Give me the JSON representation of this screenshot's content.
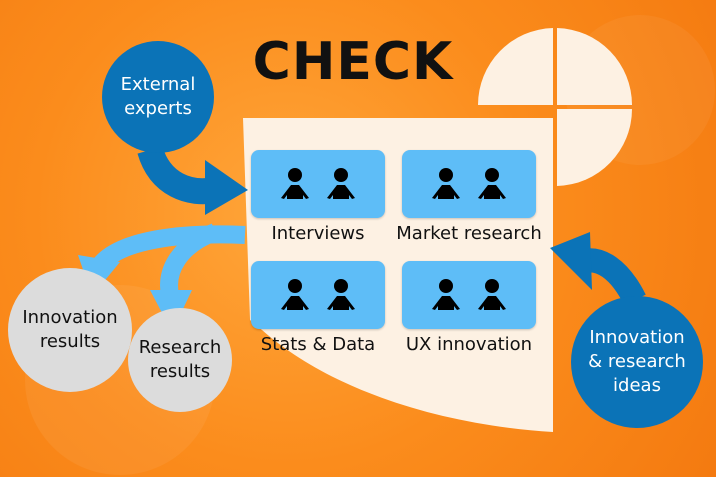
{
  "title": "CHECK",
  "inputs": {
    "external": "External experts",
    "ideas": "Innovation & research ideas"
  },
  "outputs": {
    "innovation_results": "Innovation results",
    "research_results": "Research results"
  },
  "methods": [
    {
      "label": "Interviews",
      "icon": "people-icon"
    },
    {
      "label": "Market research",
      "icon": "people-icon"
    },
    {
      "label": "Stats & Data",
      "icon": "people-icon"
    },
    {
      "label": "UX innovation",
      "icon": "people-icon"
    }
  ],
  "colors": {
    "orange": "#fb8c1c",
    "dark_blue": "#0b73b7",
    "light_blue": "#5ebdf7",
    "panel": "#fdf1e3",
    "gray": "#dcdcdc"
  }
}
